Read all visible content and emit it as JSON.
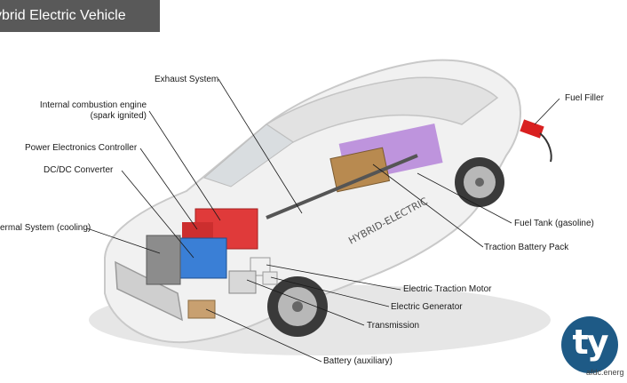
{
  "title": "ybrid Electric Vehicle",
  "labels": {
    "exhaust": "Exhaust System",
    "ice_line1": "Internal combustion engine",
    "ice_line2": "(spark ignited)",
    "pec": "Power Electronics Controller",
    "dcdc": "DC/DC Converter",
    "thermal": "ermal System (cooling)",
    "fuel_filler": "Fuel Filler",
    "fuel_tank": "Fuel Tank (gasoline)",
    "traction_battery": "Traction Battery Pack",
    "motor": "Electric Traction Motor",
    "generator": "Electric Generator",
    "transmission": "Transmission",
    "aux_battery": "Battery (auxiliary)"
  },
  "car_decal": "HYBRID-ELECTRIC",
  "logo_text": "ty",
  "watermark": "afdc.energ"
}
